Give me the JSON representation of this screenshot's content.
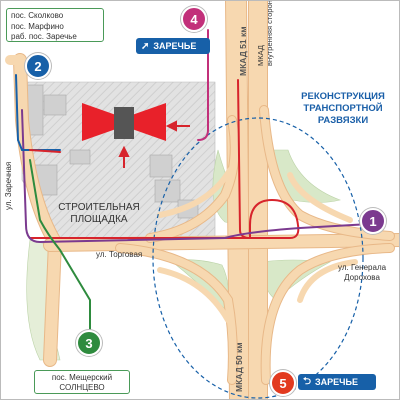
{
  "destinations_top": [
    "пос. Сколково",
    "пос. Марфино",
    "раб. пос. Заречье"
  ],
  "destination_bottom": [
    "пос. Мещерский",
    "СОЛНЦЕВО"
  ],
  "signs": {
    "top": {
      "text": "ЗАРЕЧЬЕ",
      "icon": "arrow-up-right-icon"
    },
    "bottom": {
      "text": "ЗАРЕЧЬЕ",
      "icon": "u-turn-arrow-icon"
    }
  },
  "markers": [
    {
      "number": "1",
      "color": "#7b3a8f"
    },
    {
      "number": "2",
      "color": "#1760a8"
    },
    {
      "number": "3",
      "color": "#2e8b3e"
    },
    {
      "number": "4",
      "color": "#c2307a"
    },
    {
      "number": "5",
      "color": "#e23a1f"
    }
  ],
  "labels": {
    "mkad_51": "МКАД 51 км",
    "mkad_50": "МКАД 50 км",
    "mkad_inner_line1": "МКАД",
    "mkad_inner_line2": "внутренняя сторона",
    "reconstruction": [
      "РЕКОНСТРУКЦИЯ",
      "ТРАНСПОРТНОЙ",
      "РАЗВЯЗКИ"
    ],
    "construction_site": [
      "СТРОИТЕЛЬНАЯ",
      "ПЛОЩАДКА"
    ],
    "zarechnaya": "ул. Заречная",
    "torgovaya": "ул. Торговая",
    "generala_line1": "ул. Генерала",
    "generala_line2": "Дорохова"
  },
  "colors": {
    "road": "#f7d8b0",
    "road_edge": "#e8b888",
    "grass": "#d8e8c8",
    "building": "#d4d4d4",
    "route_red": "#d7242c",
    "route_purple": "#7b3a8f",
    "route_green": "#2e8b3e",
    "route_blue": "#1760a8",
    "accent_blue": "#1a5fa8",
    "crane_red": "#e8212a"
  }
}
